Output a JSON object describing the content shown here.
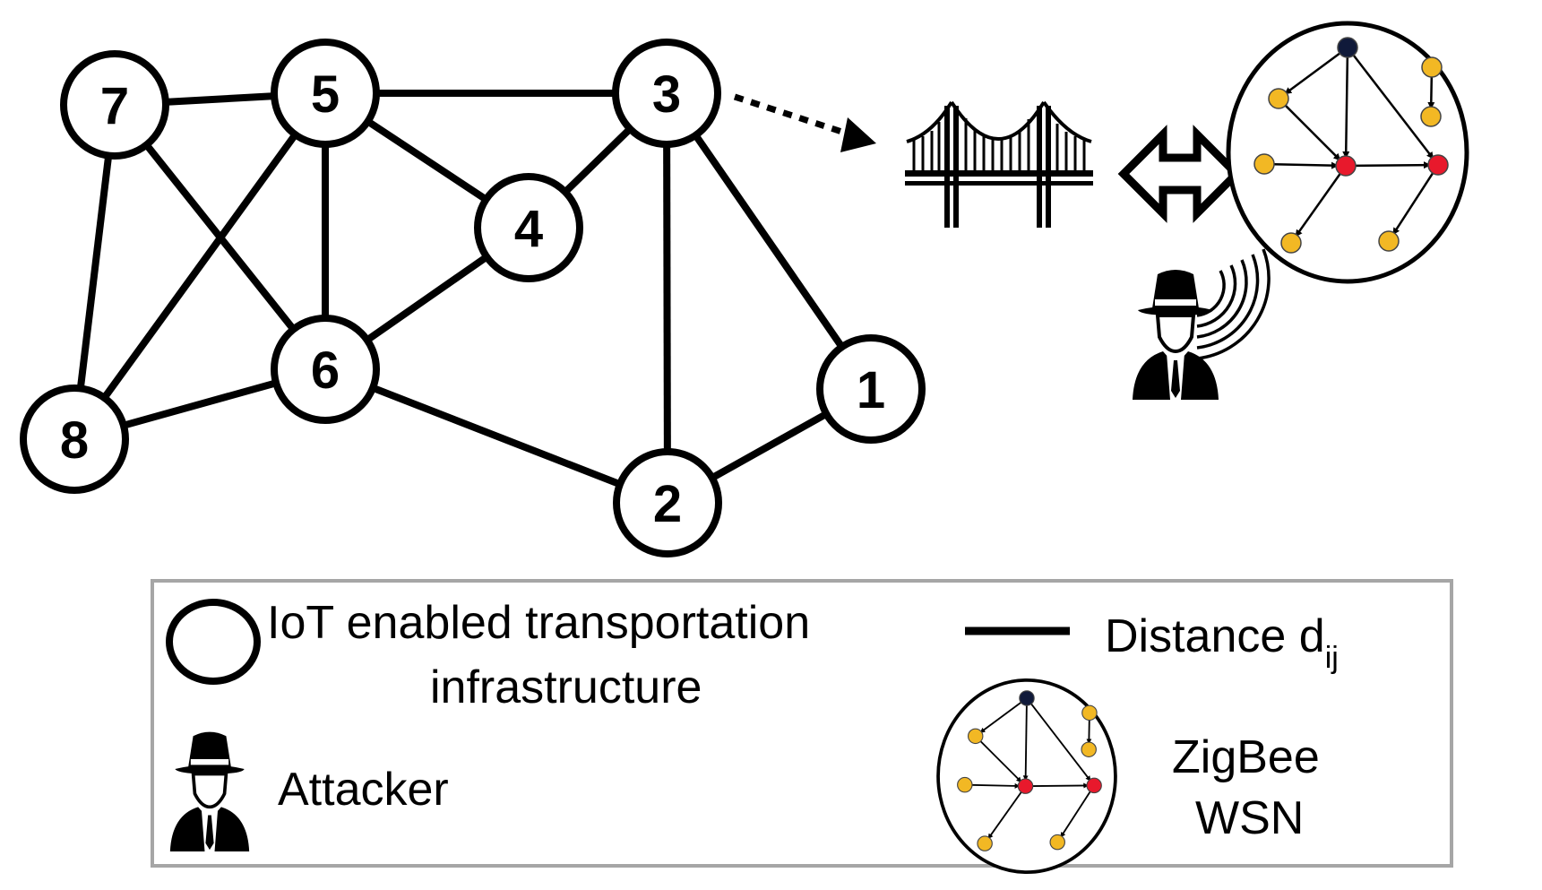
{
  "graph": {
    "nodes": [
      {
        "id": "1",
        "label": "1"
      },
      {
        "id": "2",
        "label": "2"
      },
      {
        "id": "3",
        "label": "3"
      },
      {
        "id": "4",
        "label": "4"
      },
      {
        "id": "5",
        "label": "5"
      },
      {
        "id": "6",
        "label": "6"
      },
      {
        "id": "7",
        "label": "7"
      },
      {
        "id": "8",
        "label": "8"
      }
    ],
    "edges": [
      [
        "7",
        "5"
      ],
      [
        "7",
        "8"
      ],
      [
        "7",
        "6"
      ],
      [
        "5",
        "3"
      ],
      [
        "5",
        "4"
      ],
      [
        "5",
        "6"
      ],
      [
        "5",
        "8"
      ],
      [
        "3",
        "4"
      ],
      [
        "3",
        "2"
      ],
      [
        "3",
        "1"
      ],
      [
        "4",
        "6"
      ],
      [
        "6",
        "8"
      ],
      [
        "6",
        "2"
      ],
      [
        "2",
        "1"
      ]
    ]
  },
  "colors": {
    "stroke": "#000000",
    "sensor_node": "#f2b824",
    "router_node": "#e8192c",
    "coordinator_node": "#101a3a",
    "legend_border": "#a6a6a6"
  },
  "icons": {
    "bridge": "suspension-bridge-icon",
    "double_arrow": "double-arrow-icon",
    "attacker": "spy-attacker-icon",
    "signal": "wireless-signal-icon",
    "zigbee": "zigbee-network-icon"
  },
  "legend": {
    "node_label_line1": "IoT enabled transportation",
    "node_label_line2": "infrastructure",
    "distance_label": "Distance d",
    "distance_subscript": "ij",
    "attacker_label": "Attacker",
    "zigbee_line1": "ZigBee",
    "zigbee_line2": "WSN"
  }
}
